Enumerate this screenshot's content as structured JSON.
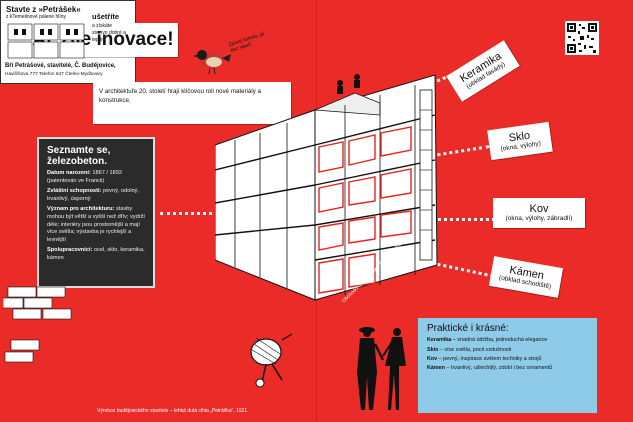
{
  "title": "Ať žije inovace!",
  "bird_note": "Zpívej koledu, jsi bez vlasů",
  "intro_text": "V architektuře 20. století hrají klíčovou roli nové materiály a konstrukce.",
  "chalkboard": {
    "heading": "Seznamte se, železobeton.",
    "born_label": "Datum narození:",
    "born_value": "1867 / 1892 (patentován ve Francii)",
    "abilities_label": "Zvláštní schopnosti:",
    "abilities_value": "pevný, odolný, trvanlivý, úsporný",
    "meaning_label": "Význam pro architekturu:",
    "meaning_value": "stavby mohou být větší a vyšší než dřív; vydrží déle; interiéry jsou prostornější a mají více světla; výstavba je rychlejší a levnější",
    "partners_label": "Spolupracovníci:",
    "partners_value": "ocel, sklo, keramika, kámen"
  },
  "materials": [
    {
      "name": "Keramika",
      "detail": "(obklad fasády)"
    },
    {
      "name": "Sklo",
      "detail": "(okna, výlohy)"
    },
    {
      "name": "Kov",
      "detail": "(okna, výlohy, zábradlí)"
    },
    {
      "name": "Kámen",
      "detail": "(obklad schodiště)"
    }
  ],
  "building_caption": "Obchodní dům Brouk a Babka, 1935",
  "ad": {
    "headline": "Stavte z »Petrášek«",
    "subline": "z kTemelinové pálené hlíny",
    "save": "ušetříte",
    "save_text": "a získáte stavivo dobré a teplé.",
    "signature": "Bří Petrášové, stavitelé, Č. Budějovice,",
    "address": "Havlíčkova 777    Telefon 647    Čtelno-Mydlovary"
  },
  "ad_caption": "Výrobce budějovického stavitele – lehká dutá cihla „Petráška\", 1921",
  "info": {
    "heading": "Praktické i krásné:",
    "items": [
      {
        "label": "Keramika",
        "text": " – snadná údržba, jednoduchá elegance"
      },
      {
        "label": "Sklo",
        "text": " – více světla, pocit vzdušnosti"
      },
      {
        "label": "Kov",
        "text": " – pevný, inspirace světem techniky a strojů"
      },
      {
        "label": "Kámen",
        "text": " – trvanlivý, ušlechtilý, zdobí i bez ornamentů"
      }
    ]
  },
  "colors": {
    "background": "#ea2b27",
    "info_box": "#8ecbe8",
    "chalkboard": "#2b2b2b"
  }
}
